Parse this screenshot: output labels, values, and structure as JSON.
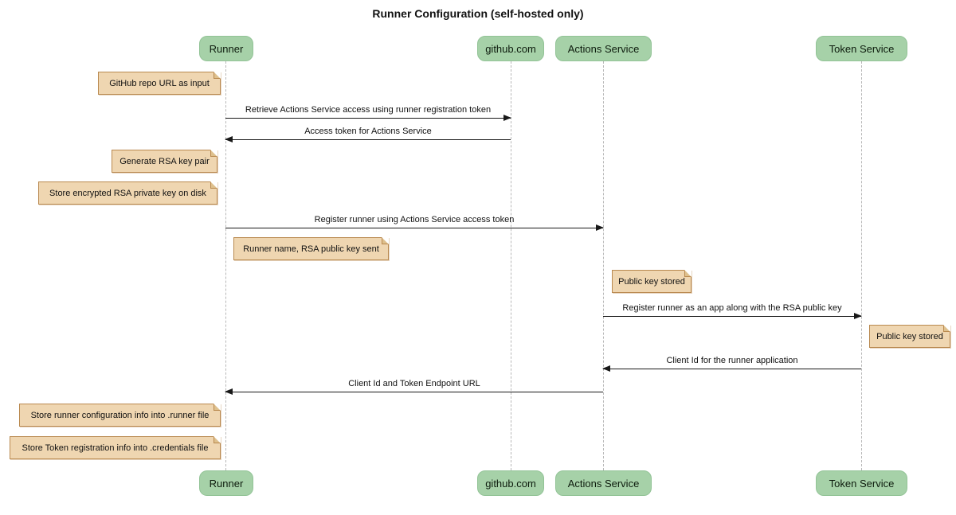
{
  "title": "Runner Configuration (self-hosted only)",
  "diagram_type": "sequence",
  "colors": {
    "participant_fill": "#A6D1A8",
    "participant_border": "#92C396",
    "note_fill": "#EFD6B1",
    "note_border": "#B9894F",
    "note_fold": "#DEC08D",
    "lifeline": "#B8B8B8",
    "arrow": "#181818",
    "text": "#111111"
  },
  "participants": [
    {
      "name": "Runner"
    },
    {
      "name": "github.com"
    },
    {
      "name": "Actions Service"
    },
    {
      "name": "Token Service"
    }
  ],
  "messages": [
    {
      "from": "Runner",
      "to": "github.com",
      "label": "Retrieve Actions Service access using runner registration token"
    },
    {
      "from": "github.com",
      "to": "Runner",
      "label": "Access token for Actions Service"
    },
    {
      "from": "Runner",
      "to": "Actions Service",
      "label": "Register runner using Actions Service access token"
    },
    {
      "from": "Actions Service",
      "to": "Token Service",
      "label": "Register runner as an app along with the RSA public key"
    },
    {
      "from": "Token Service",
      "to": "Actions Service",
      "label": "Client Id for the runner application"
    },
    {
      "from": "Actions Service",
      "to": "Runner",
      "label": "Client Id and Token Endpoint URL"
    }
  ],
  "notes": [
    {
      "anchor": "Runner",
      "side": "left",
      "text": "GitHub repo URL as input"
    },
    {
      "anchor": "Runner",
      "side": "left",
      "text": "Generate RSA key pair"
    },
    {
      "anchor": "Runner",
      "side": "left",
      "text": "Store encrypted RSA private key on disk"
    },
    {
      "anchor": "Runner",
      "side": "right",
      "text": "Runner name, RSA public key sent"
    },
    {
      "anchor": "Actions Service",
      "side": "right",
      "text": "Public key stored"
    },
    {
      "anchor": "Token Service",
      "side": "right",
      "text": "Public key stored"
    },
    {
      "anchor": "Runner",
      "side": "left",
      "text": "Store runner configuration info into .runner file"
    },
    {
      "anchor": "Runner",
      "side": "left",
      "text": "Store Token registration info into .credentials file"
    }
  ]
}
